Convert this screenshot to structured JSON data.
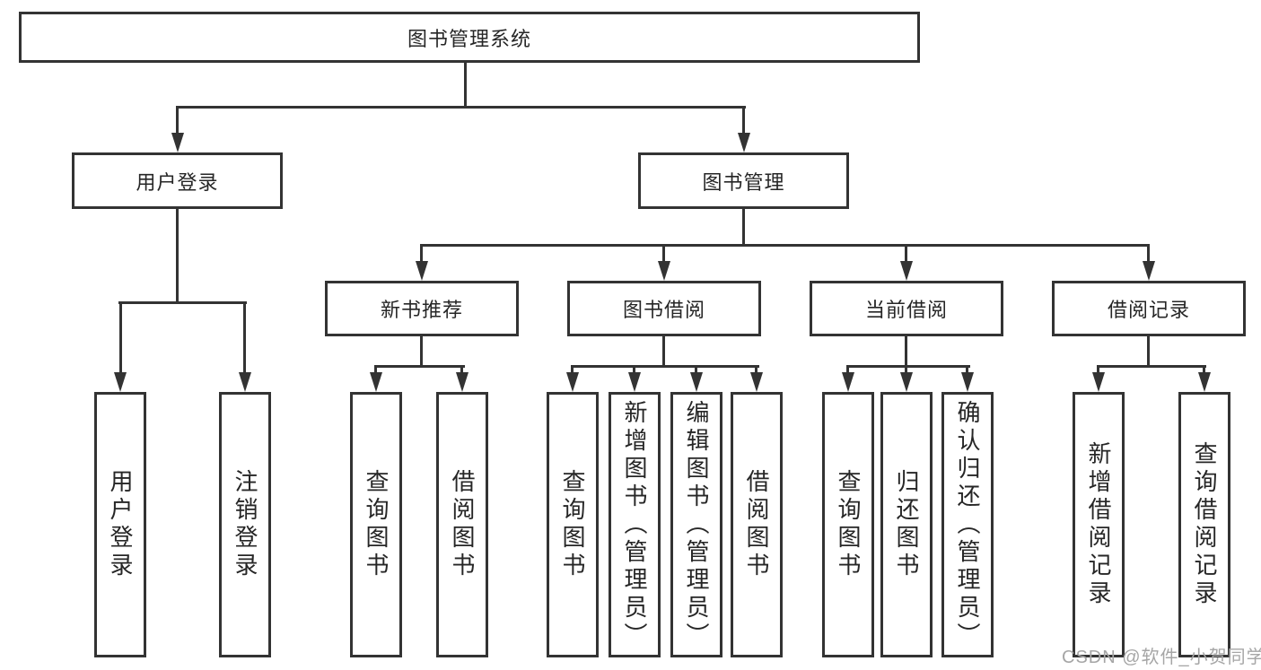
{
  "diagram": {
    "title": "图书管理系统",
    "tree": {
      "label": "图书管理系统",
      "children": [
        {
          "label": "用户登录",
          "children": [
            {
              "label": "用户登录"
            },
            {
              "label": "注销登录"
            }
          ]
        },
        {
          "label": "图书管理",
          "children": [
            {
              "label": "新书推荐",
              "children": [
                {
                  "label": "查询图书"
                },
                {
                  "label": "借阅图书"
                }
              ]
            },
            {
              "label": "图书借阅",
              "children": [
                {
                  "label": "查询图书"
                },
                {
                  "label": "新增图书（管理员）"
                },
                {
                  "label": "编辑图书（管理员）"
                },
                {
                  "label": "借阅图书"
                }
              ]
            },
            {
              "label": "当前借阅",
              "children": [
                {
                  "label": "查询图书"
                },
                {
                  "label": "归还图书"
                },
                {
                  "label": "确认归还（管理员）"
                }
              ]
            },
            {
              "label": "借阅记录",
              "children": [
                {
                  "label": "新增借阅记录"
                },
                {
                  "label": "查询借阅记录"
                }
              ]
            }
          ]
        }
      ]
    }
  },
  "watermark": {
    "text": "CSDN @软件_小贺同学"
  },
  "colors": {
    "line": "#333333",
    "text": "#262626",
    "watermark": "#a6a6a6",
    "background": "#ffffff"
  }
}
